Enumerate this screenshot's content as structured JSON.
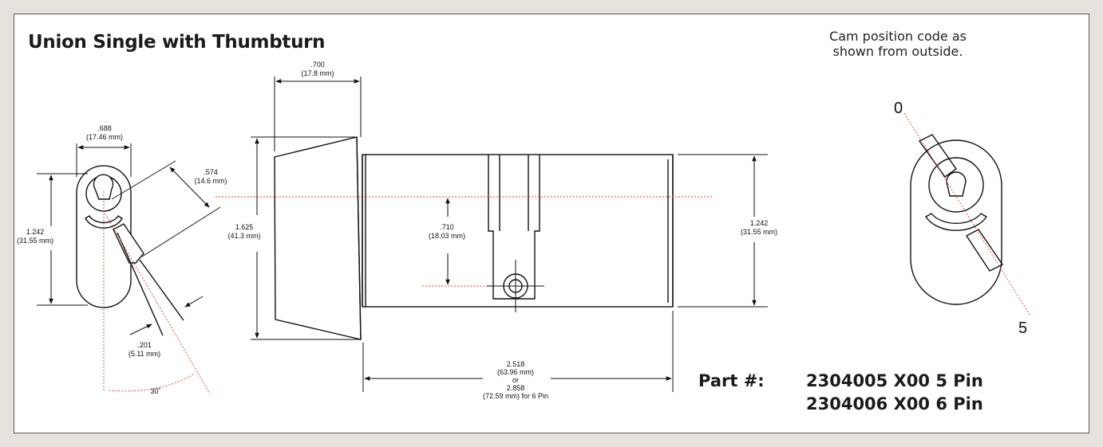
{
  "title": "Union Single with Thumbturn",
  "cam_note": {
    "line1": "Cam position code as",
    "line2": "shown from outside."
  },
  "cam_positions": {
    "start": "0",
    "end": "5"
  },
  "dimensions": {
    "width_688": ".688",
    "width_688_mm": "(17.46 mm)",
    "height_1242_left": "1.242",
    "height_1242_left_mm": "(31.55 mm)",
    "tail_574": ".574",
    "tail_574_mm": "(14.6 mm)",
    "tail_201": ".201",
    "tail_201_mm": "(5.11 mm)",
    "angle_30": "30˚",
    "turn_700": ".700",
    "turn_700_mm": "(17.8 mm)",
    "turn_1625": "1.625",
    "turn_1625_mm": "(41.3 mm)",
    "center_710": ".710",
    "center_710_mm": "(18.03 mm)",
    "height_1242_right": "1.242",
    "height_1242_right_mm": "(31.55 mm)",
    "length_2518": "2.518",
    "length_2518_mm": "(63.96 mm)",
    "length_or": "or",
    "length_2858": "2.858",
    "length_2858_mm": "(72.59 mm) for 6 Pin"
  },
  "part": {
    "label": "Part #:",
    "line1": "2304005 X00 5 Pin",
    "line2": "2304006 X00 6 Pin"
  },
  "colors": {
    "line": "#111111",
    "center_line": "#d9413a",
    "background": "#e6e2dd",
    "panel": "#ffffff"
  }
}
